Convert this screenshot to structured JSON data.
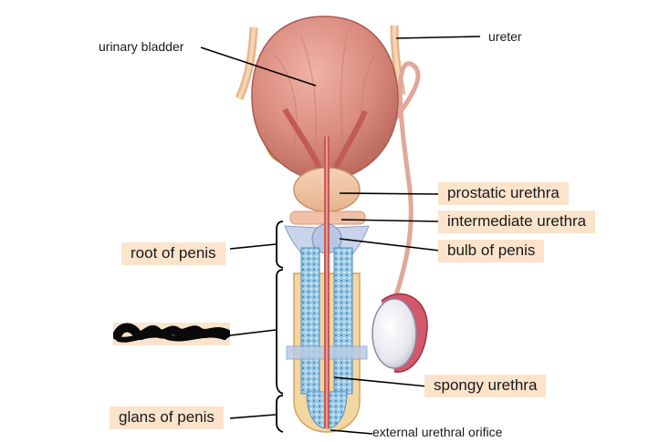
{
  "labels": {
    "urinary_bladder": "urinary bladder",
    "ureter": "ureter",
    "prostatic_urethra": "prostatic urethra",
    "intermediate_urethra": "intermediate urethra",
    "bulb_of_penis": "bulb of penis",
    "root_of_penis": "root of penis",
    "spongy_urethra": "spongy urethra",
    "glans_of_penis": "glans of penis",
    "external_urethral_orifice": "external urethral orifice"
  },
  "colors": {
    "label_box": "#fbe3cc",
    "bladder": "#d98a7d",
    "urethra": "#c85a56",
    "erectile_tissue": "#8fc3df",
    "fat_yellow": "#f2c86e",
    "scribble": "#0a0a0a"
  }
}
